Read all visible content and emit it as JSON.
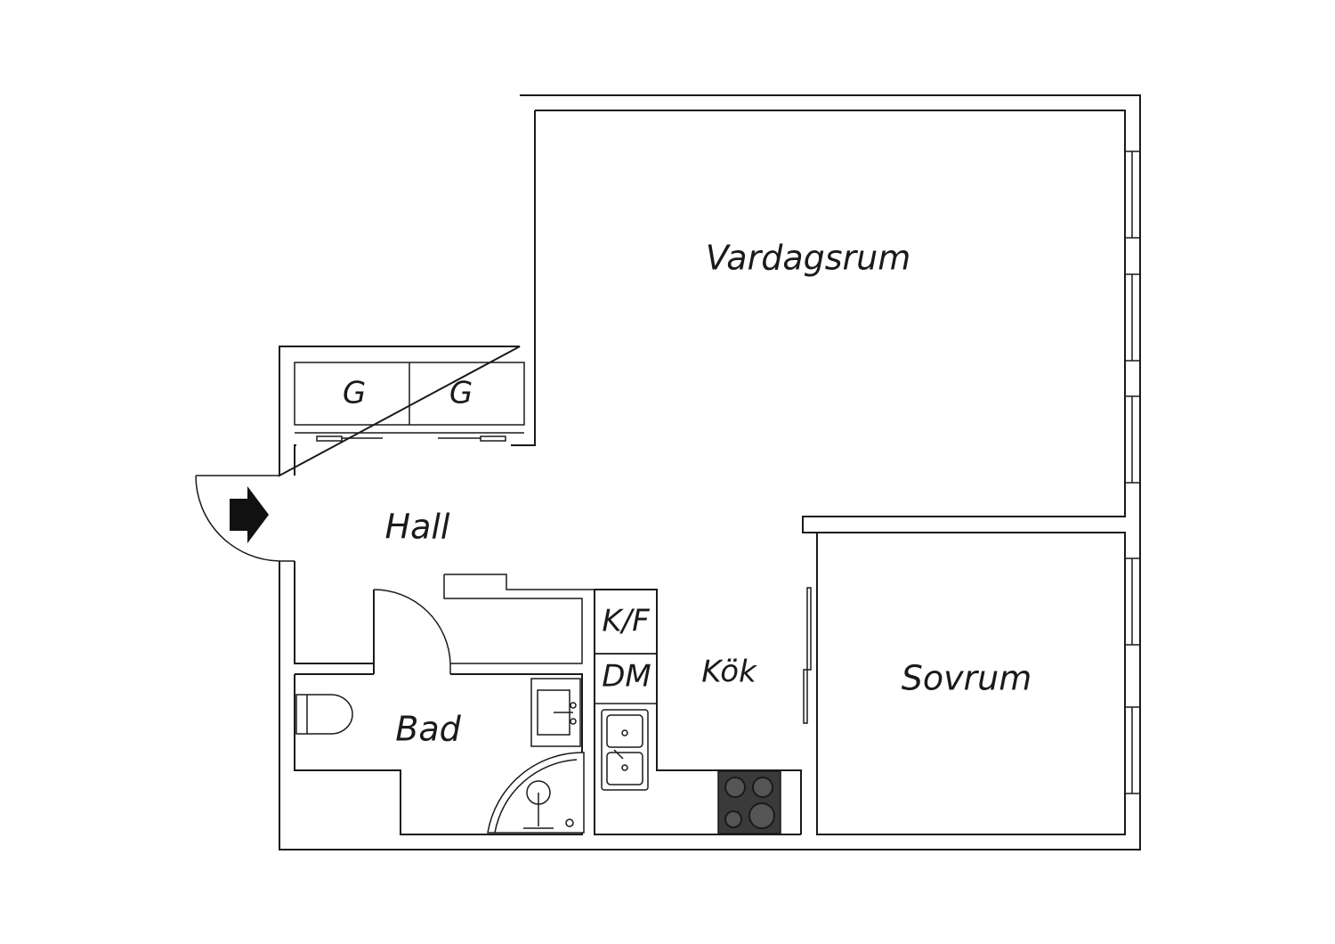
{
  "rooms": {
    "living_room": "Vardagsrum",
    "hall": "Hall",
    "bath": "Bad",
    "kitchen": "Kök",
    "bedroom": "Sovrum"
  },
  "fixtures": {
    "wardrobe_left": "G",
    "wardrobe_right": "G",
    "fridge_freezer": "K/F",
    "dishwasher": "DM"
  },
  "icons": {
    "entrance": "entrance-arrow-icon"
  },
  "colors": {
    "line": "#1a1a1a",
    "stove": "#3a3a3a",
    "background": "#ffffff"
  }
}
